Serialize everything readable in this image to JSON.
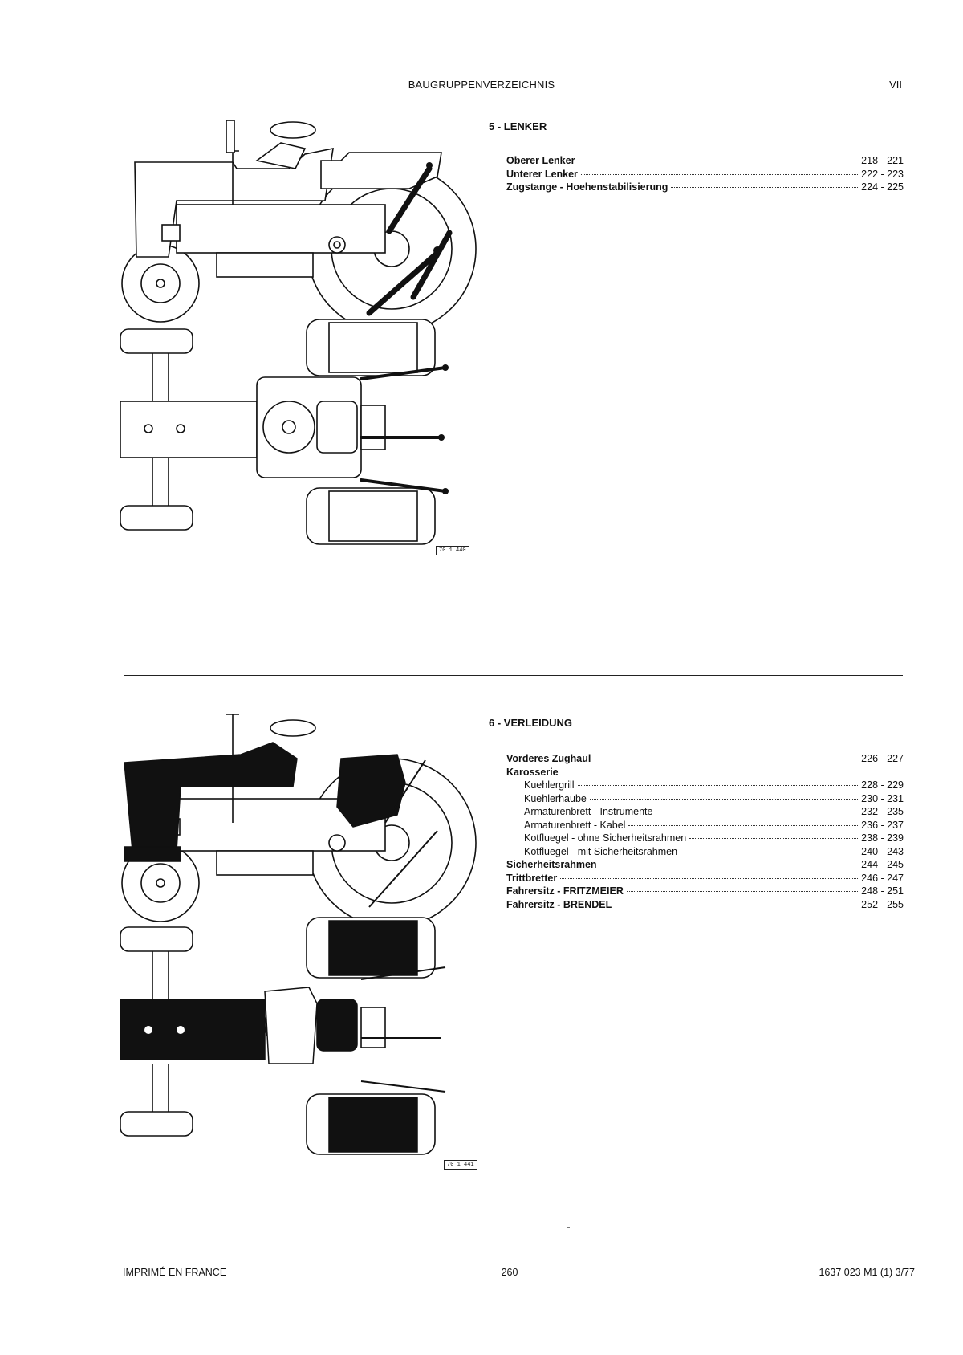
{
  "header": {
    "title": "BAUGRUPPENVERZEICHNIS",
    "page_roman": "VII"
  },
  "sections": [
    {
      "title": "5 - LENKER",
      "entries": [
        {
          "label": "Oberer Lenker",
          "pages": "218 - 221",
          "bold": true
        },
        {
          "label": "Unterer Lenker",
          "pages": "222 - 223",
          "bold": true
        },
        {
          "label": "Zugstange - Hoehenstabilisierung",
          "pages": "224 - 225",
          "bold": true
        }
      ],
      "figure_code": "70 1 440"
    },
    {
      "title": "6 - VERLEIDUNG",
      "entries": [
        {
          "label": "Vorderes Zughaul",
          "pages": "226 - 227",
          "bold": true
        },
        {
          "label": "Karosserie",
          "pages": "",
          "bold": true
        },
        {
          "label": "Kuehlergrill",
          "pages": "228 - 229",
          "bold": false
        },
        {
          "label": "Kuehlerhaube",
          "pages": "230 - 231",
          "bold": false
        },
        {
          "label": "Armaturenbrett - Instrumente",
          "pages": "232 - 235",
          "bold": false
        },
        {
          "label": "Armaturenbrett - Kabel",
          "pages": "236 - 237",
          "bold": false
        },
        {
          "label": "Kotfluegel - ohne Sicherheitsrahmen",
          "pages": "238 - 239",
          "bold": false
        },
        {
          "label": "Kotfluegel - mit Sicherheitsrahmen",
          "pages": "240 - 243",
          "bold": false
        },
        {
          "label": "Sicherheitsrahmen",
          "pages": "244 - 245",
          "bold": true
        },
        {
          "label": "Trittbretter",
          "pages": "246 - 247",
          "bold": true
        },
        {
          "label": "Fahrersitz - FRITZMEIER",
          "pages": "248 - 251",
          "bold": true
        },
        {
          "label": "Fahrersitz - BRENDEL",
          "pages": "252 - 255",
          "bold": true
        }
      ],
      "figure_code": "70 1 441"
    }
  ],
  "footer": {
    "left": "IMPRIMÉ EN FRANCE",
    "center": "260",
    "right": "1637 023 M1 (1) 3/77"
  }
}
